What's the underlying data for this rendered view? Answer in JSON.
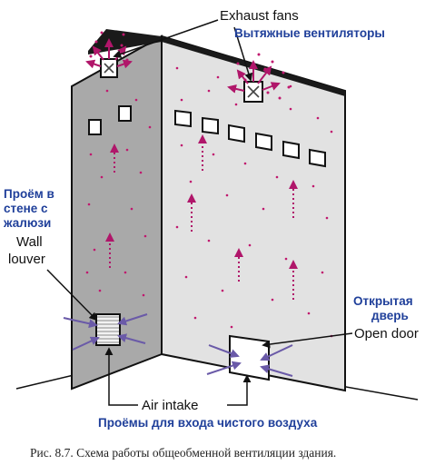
{
  "labels": {
    "exhaust_en": "Exhaust fans",
    "exhaust_ru": "Вытяжные вентиляторы",
    "louver_ru_1": "Проём в",
    "louver_ru_2": "стене с",
    "louver_ru_3": "жалюзи",
    "louver_en_1": "Wall",
    "louver_en_2": "louver",
    "door_ru_1": "Открытая",
    "door_ru_2": "дверь",
    "door_en": "Open door",
    "intake_en": "Air intake",
    "intake_ru": "Проёмы для входа чистого воздуха"
  },
  "caption": "Рис. 8.7. Схема работы общеобменной вентиляции здания.",
  "colors": {
    "building_front": "#e2e2e2",
    "building_side": "#a9a9a9",
    "outline": "#111111",
    "air_dots": "#c0186e",
    "exhaust_arrows": "#b0166a",
    "intake_arrows": "#6a5aa8",
    "russian_text": "#1f3f9a"
  },
  "icons": [
    "exhaust-fan-icon",
    "wall-louver-icon",
    "open-door-icon"
  ]
}
